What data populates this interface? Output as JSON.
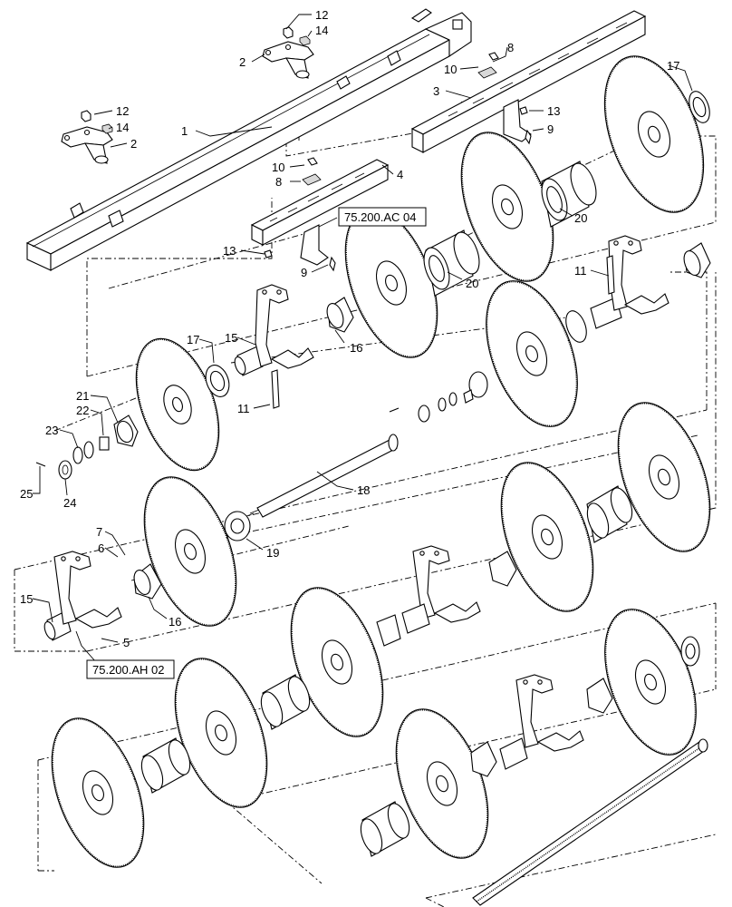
{
  "references": [
    "75.200.AC 04",
    "75.200.AH 02"
  ],
  "callouts": [
    {
      "n": "12",
      "id": "12-a"
    },
    {
      "n": "14",
      "id": "14-a"
    },
    {
      "n": "2",
      "id": "2-a"
    },
    {
      "n": "1",
      "id": "1"
    },
    {
      "n": "12",
      "id": "12-b"
    },
    {
      "n": "14",
      "id": "14-b"
    },
    {
      "n": "2",
      "id": "2-b"
    },
    {
      "n": "8",
      "id": "8-a"
    },
    {
      "n": "10",
      "id": "10-a"
    },
    {
      "n": "3",
      "id": "3"
    },
    {
      "n": "13",
      "id": "13-a"
    },
    {
      "n": "9",
      "id": "9-a"
    },
    {
      "n": "17",
      "id": "17-a"
    },
    {
      "n": "10",
      "id": "10-b"
    },
    {
      "n": "8",
      "id": "8-b"
    },
    {
      "n": "4",
      "id": "4"
    },
    {
      "n": "20",
      "id": "20-a"
    },
    {
      "n": "13",
      "id": "13-b"
    },
    {
      "n": "9",
      "id": "9-b"
    },
    {
      "n": "20",
      "id": "20-b"
    },
    {
      "n": "11",
      "id": "11-a"
    },
    {
      "n": "17",
      "id": "17-b"
    },
    {
      "n": "15",
      "id": "15-a"
    },
    {
      "n": "16",
      "id": "16-a"
    },
    {
      "n": "11",
      "id": "11-b"
    },
    {
      "n": "21",
      "id": "21"
    },
    {
      "n": "22",
      "id": "22"
    },
    {
      "n": "23",
      "id": "23"
    },
    {
      "n": "25",
      "id": "25"
    },
    {
      "n": "24",
      "id": "24"
    },
    {
      "n": "18",
      "id": "18"
    },
    {
      "n": "19",
      "id": "19"
    },
    {
      "n": "7",
      "id": "7"
    },
    {
      "n": "6",
      "id": "6"
    },
    {
      "n": "15",
      "id": "15-b"
    },
    {
      "n": "16",
      "id": "16-b"
    },
    {
      "n": "5",
      "id": "5"
    }
  ]
}
